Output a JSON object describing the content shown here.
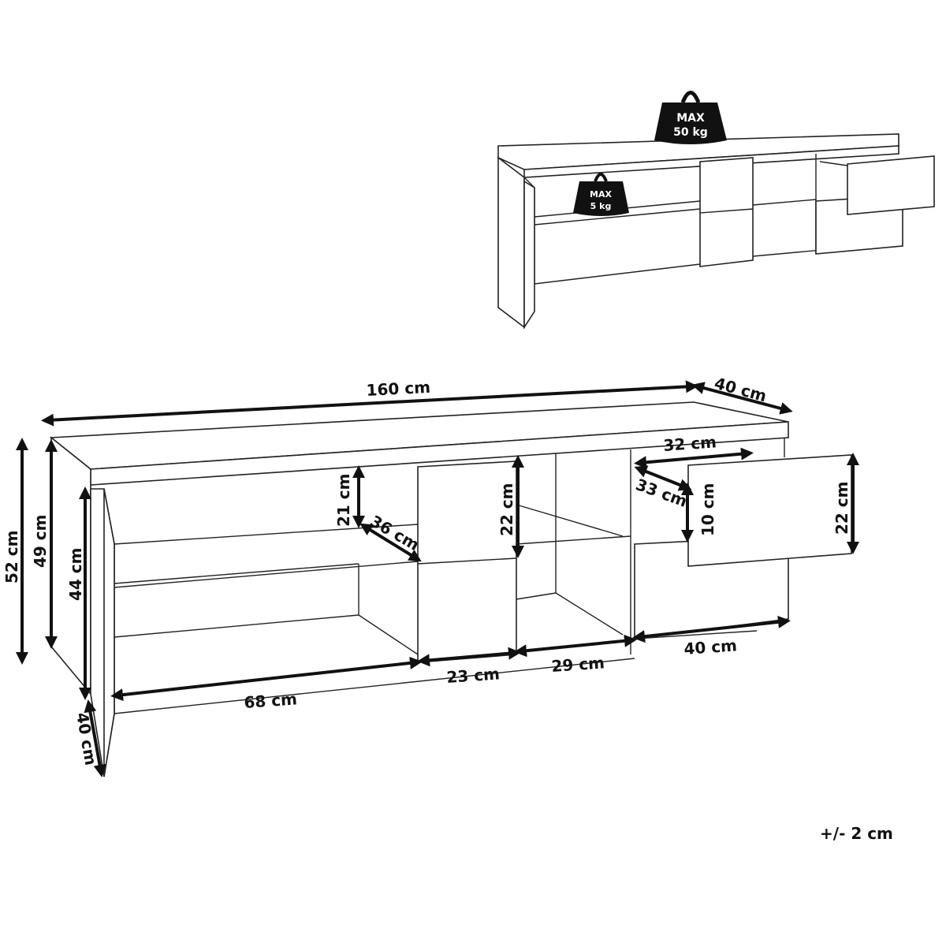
{
  "weights": {
    "top": {
      "line1": "MAX",
      "line2": "50 kg"
    },
    "shelf": {
      "line1": "MAX",
      "line2": "5 kg"
    }
  },
  "dimensions": {
    "width": "160 cm",
    "depth": "40 cm",
    "total_height": "52 cm",
    "body_height": "49 cm",
    "door_height": "44 cm",
    "shelf_gap": "21 cm",
    "shelf_depth": "36 cm",
    "center_height": "22 cm",
    "drawer_width": "32 cm",
    "drawer_depth": "33 cm",
    "drawer_inner_height": "10 cm",
    "drawer_front_height": "22 cm",
    "left_width": "68 cm",
    "center_width": "23 cm",
    "mid_width": "29 cm",
    "right_width": "40 cm",
    "door_depth": "40 cm"
  },
  "tolerance": "+/- 2 cm"
}
